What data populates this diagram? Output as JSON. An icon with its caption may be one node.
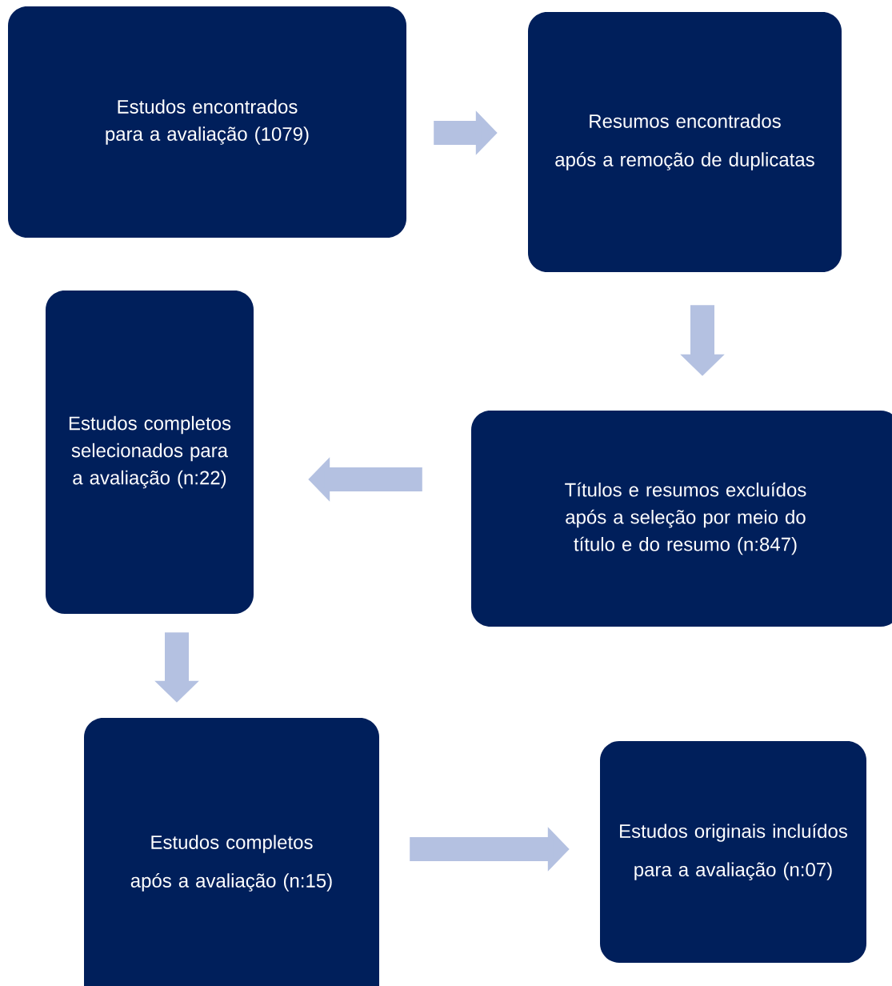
{
  "diagram": {
    "nodes": [
      {
        "text": [
          "Estudos encontrados para a avaliação (1079)"
        ]
      },
      {
        "text": [
          "Resumos encontrados",
          "após a remoção de duplicatas"
        ]
      },
      {
        "text": [
          "Títulos e resumos excluídos após a seleção por meio do título e do resumo (n:847)"
        ]
      },
      {
        "text": [
          "Estudos completos selecionados para a avaliação (n:22)"
        ]
      },
      {
        "text": [
          "Estudos completos",
          "após a avaliação (n:15)"
        ]
      },
      {
        "text": [
          "Estudos originais incluídos",
          "para a avaliação (n:07)"
        ]
      }
    ],
    "edges": [
      {
        "from": 0,
        "to": 1,
        "arrow": "to"
      },
      {
        "from": 1,
        "to": 2,
        "arrow": "to"
      },
      {
        "from": 2,
        "to": 3,
        "arrow": "to"
      },
      {
        "from": 3,
        "to": 4,
        "arrow": "to"
      },
      {
        "from": 4,
        "to": 5,
        "arrow": "to"
      }
    ]
  }
}
